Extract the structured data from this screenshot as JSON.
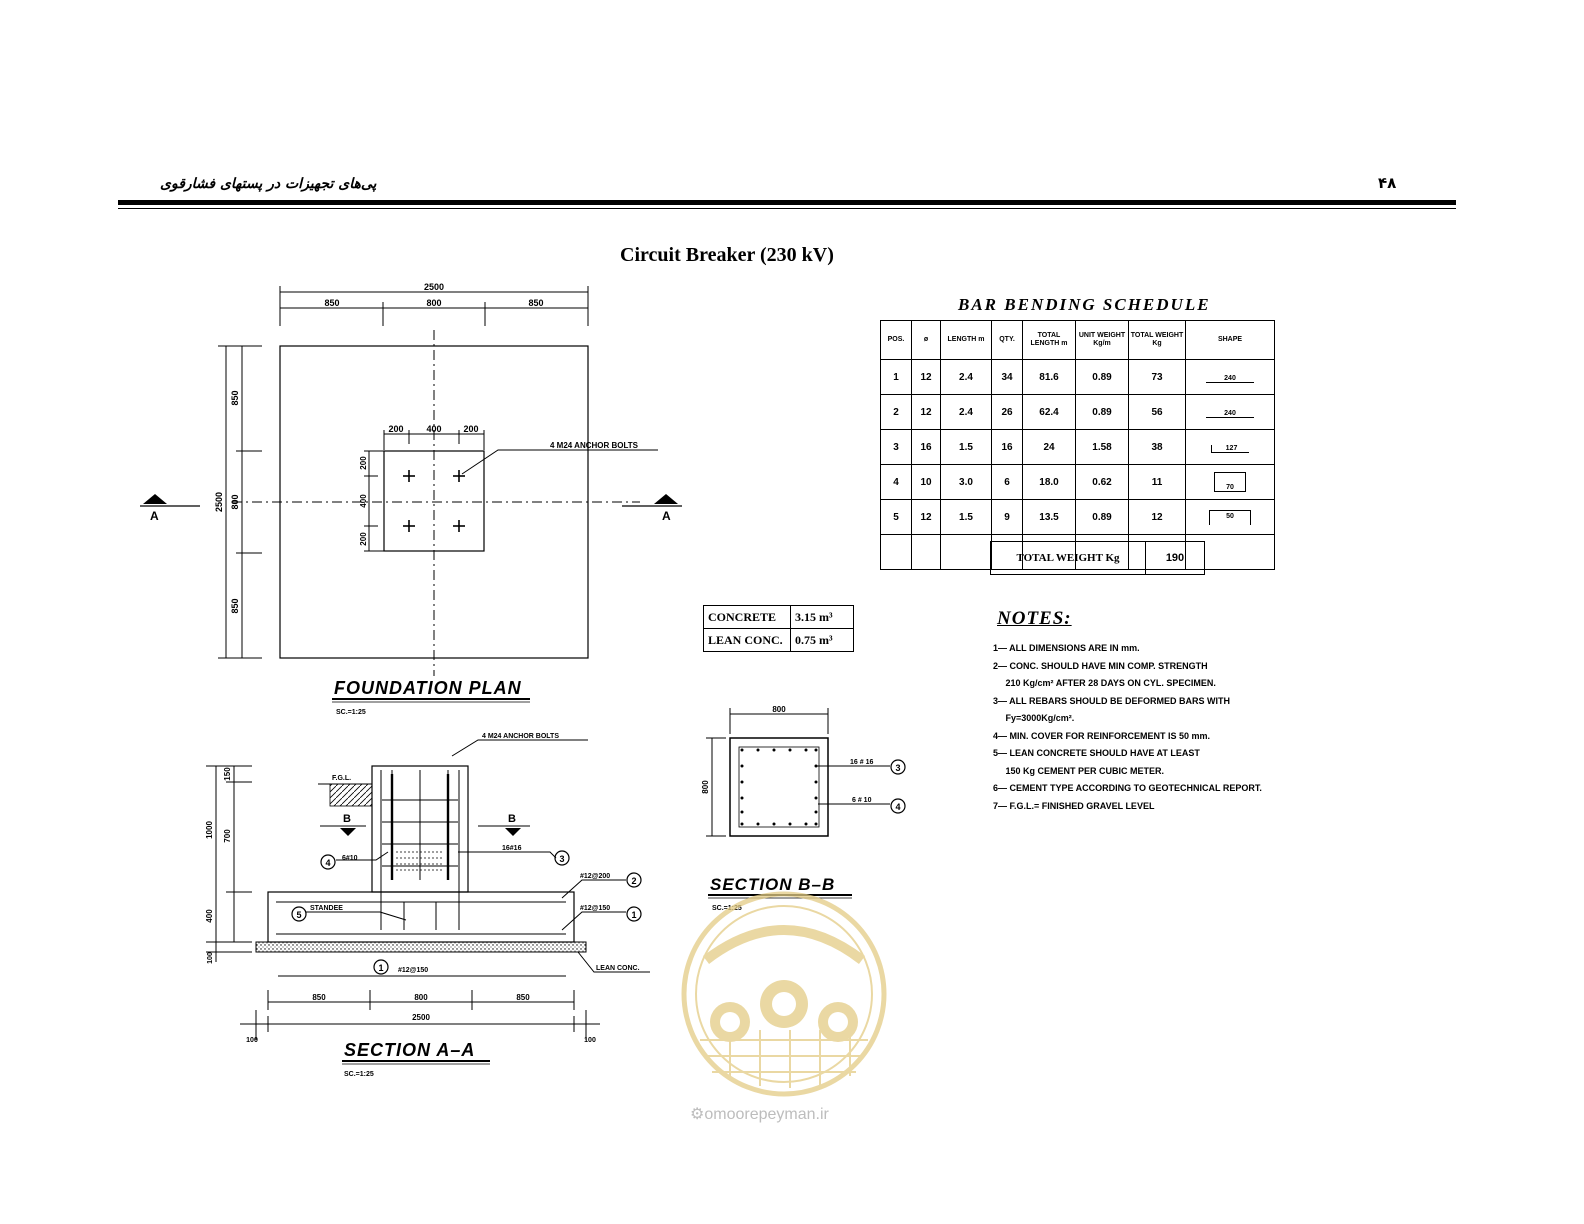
{
  "header": {
    "persian_title": "پی‌های تجهیزات در پستهای فشارقوی",
    "page_number": "۴۸"
  },
  "title": "Circuit Breaker (230 kV)",
  "foundation_plan": {
    "title": "FOUNDATION PLAN",
    "scale": "SC.=1:25",
    "dim_total": "2500",
    "dim_side": "850",
    "dim_center": "800",
    "dim_small": "200",
    "dim_mid": "400",
    "anchor_label": "4 M24 ANCHOR BOLTS",
    "section_mark": "A"
  },
  "section_aa": {
    "title": "SECTION A–A",
    "scale": "SC.=1:25",
    "fgl": "F.G.L.",
    "section_mark": "B",
    "dim_1000": "1000",
    "dim_150": "150",
    "dim_700": "700",
    "dim_400": "400",
    "dim_100": "100",
    "dim_850": "850",
    "dim_800": "800",
    "dim_2500": "2500",
    "bar_6_10": "6#10",
    "bar_16_16": "16#16",
    "bar_12_200": "#12@200",
    "bar_12_150": "#12@150",
    "bar_bottom": "#12@150",
    "standee": "STANDEE",
    "lean_conc": "LEAN CONC.",
    "anchor_label": "4 M24 ANCHOR BOLTS",
    "c1": "1",
    "c2": "2",
    "c3": "3",
    "c4": "4",
    "c5": "5"
  },
  "section_bb": {
    "title": "SECTION B–B",
    "scale": "SC.=1:25",
    "dim_800": "800",
    "dim_800_v": "800",
    "bar_16": "16 # 16",
    "bar_6": "6 # 10",
    "c3": "3",
    "c4": "4"
  },
  "concrete": [
    {
      "label": "CONCRETE",
      "value": "3.15 m³"
    },
    {
      "label": "LEAN CONC.",
      "value": "0.75 m³"
    }
  ],
  "bar_schedule": {
    "title": "BAR BENDING SCHEDULE",
    "headers": [
      "POS.",
      "ø",
      "LENGTH m",
      "QTY.",
      "TOTAL LENGTH m",
      "UNIT WEIGHT Kg/m",
      "TOTAL WEIGHT Kg",
      "SHAPE"
    ],
    "rows": [
      {
        "pos": "1",
        "dia": "12",
        "length": "2.4",
        "qty": "34",
        "total_length": "81.6",
        "unit_weight": "0.89",
        "total_weight": "73",
        "shape": "240"
      },
      {
        "pos": "2",
        "dia": "12",
        "length": "2.4",
        "qty": "26",
        "total_length": "62.4",
        "unit_weight": "0.89",
        "total_weight": "56",
        "shape": "240"
      },
      {
        "pos": "3",
        "dia": "16",
        "length": "1.5",
        "qty": "16",
        "total_length": "24",
        "unit_weight": "1.58",
        "total_weight": "38",
        "shape": "127"
      },
      {
        "pos": "4",
        "dia": "10",
        "length": "3.0",
        "qty": "6",
        "total_length": "18.0",
        "unit_weight": "0.62",
        "total_weight": "11",
        "shape": "70"
      },
      {
        "pos": "5",
        "dia": "12",
        "length": "1.5",
        "qty": "9",
        "total_length": "13.5",
        "unit_weight": "0.89",
        "total_weight": "12",
        "shape": "50"
      }
    ],
    "total_weight_label": "TOTAL WEIGHT Kg",
    "total_weight_value": "190"
  },
  "notes": {
    "title": "NOTES:",
    "lines": [
      "1— ALL DIMENSIONS ARE IN mm.",
      "2— CONC. SHOULD HAVE MIN COMP. STRENGTH",
      "     210 Kg/cm² AFTER 28 DAYS ON CYL. SPECIMEN.",
      "3— ALL REBARS SHOULD BE DEFORMED BARS WITH",
      "     Fy=3000Kg/cm².",
      "4— MIN. COVER FOR REINFORCEMENT IS 50 mm.",
      "5— LEAN CONCRETE SHOULD HAVE AT LEAST",
      "     150 Kg CEMENT PER CUBIC METER.",
      "6— CEMENT TYPE ACCORDING TO GEOTECHNICAL REPORT.",
      "7— F.G.L.= FINISHED GRAVEL LEVEL"
    ]
  },
  "watermark": {
    "text": "omoorepeyman.ir",
    "colors": {
      "gold": "#e3cc85",
      "gray": "#bdbdbd"
    }
  }
}
